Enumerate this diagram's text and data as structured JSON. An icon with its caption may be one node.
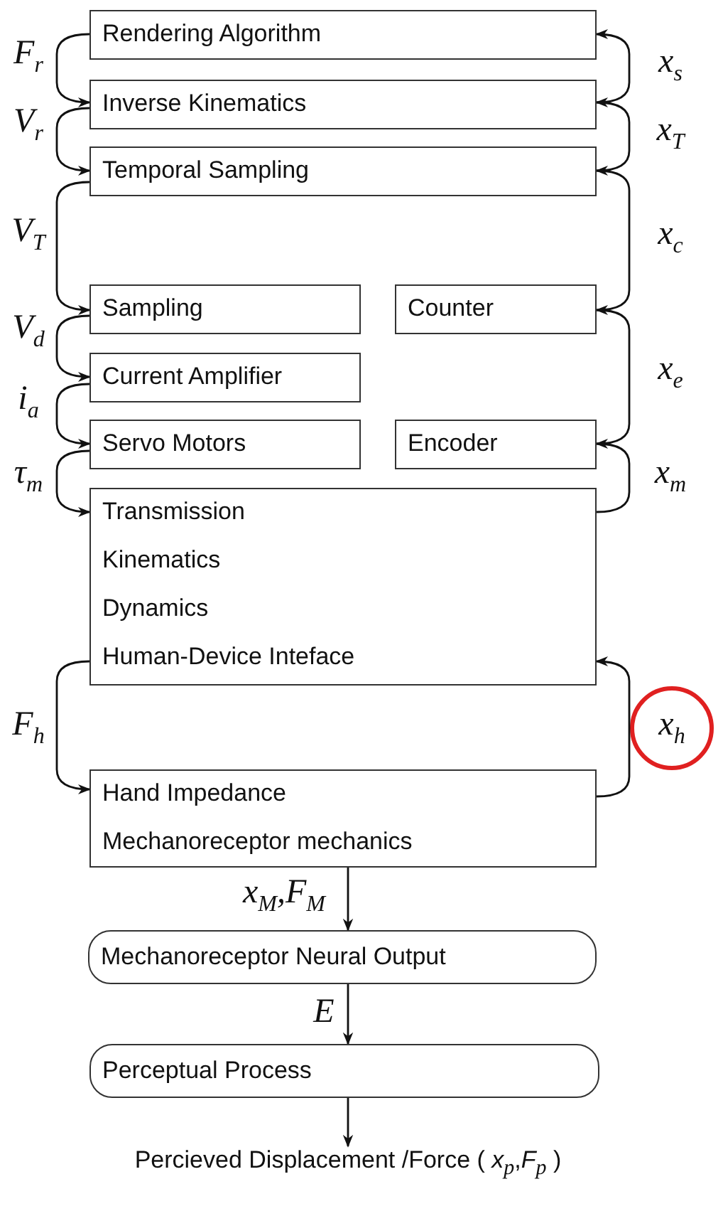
{
  "diagram": {
    "nodes": [
      {
        "text": [
          "Rendering Algorithm"
        ]
      },
      {
        "text": [
          "Inverse Kinematics"
        ]
      },
      {
        "text": [
          "Temporal Sampling"
        ]
      },
      {
        "text": [
          "Sampling"
        ]
      },
      {
        "text": [
          "Counter"
        ]
      },
      {
        "text": [
          "Current Amplifier"
        ]
      },
      {
        "text": [
          "Servo Motors"
        ]
      },
      {
        "text": [
          "Encoder"
        ]
      },
      {
        "text": [
          "Transmission",
          "Kinematics",
          "Dynamics",
          "Human-Device Inteface"
        ]
      },
      {
        "text": [
          "Hand Impedance",
          "Mechanoreceptor mechanics"
        ]
      },
      {
        "text": [
          "Mechanoreceptor Neural Output"
        ]
      },
      {
        "text": [
          "Perceptual Process"
        ]
      },
      {
        "text": [
          "Percieved Displacement /Force ( *x*$_{p}$,*F*$_{p}$ )"
        ]
      }
    ],
    "edges": [
      {
        "from": 0,
        "to": 1,
        "arrow": "to",
        "label": "F$_{r}$"
      },
      {
        "from": 1,
        "to": 2,
        "arrow": "to",
        "label": "V$_{r}$"
      },
      {
        "from": 2,
        "to": 3,
        "arrow": "to",
        "label": "V$_{T}$"
      },
      {
        "from": 3,
        "to": 5,
        "arrow": "to",
        "label": "V$_{d}$"
      },
      {
        "from": 5,
        "to": 6,
        "arrow": "to",
        "label": "i$_{a}$"
      },
      {
        "from": 6,
        "to": 8,
        "arrow": "to",
        "label": "τ$_{m}$"
      },
      {
        "from": 8,
        "to": 9,
        "arrow": "to",
        "label": "F$_{h}$"
      },
      {
        "from": 1,
        "to": 0,
        "arrow": "to",
        "label": "x$_{s}$"
      },
      {
        "from": 2,
        "to": 1,
        "arrow": "to",
        "label": "x$_{T}$"
      },
      {
        "from": 4,
        "to": 2,
        "arrow": "to",
        "label": "x$_{c}$"
      },
      {
        "from": 7,
        "to": 4,
        "arrow": "to",
        "label": "x$_{e}$"
      },
      {
        "from": 8,
        "to": 7,
        "arrow": "to",
        "label": "x$_{m}$"
      },
      {
        "from": 9,
        "to": 8,
        "arrow": "to",
        "label": "x$_{h}$"
      },
      {
        "from": 9,
        "to": 10,
        "arrow": "to",
        "label": "x$_{M}$,F$_{M}$"
      },
      {
        "from": 10,
        "to": 11,
        "arrow": "to",
        "label": "E"
      },
      {
        "from": 11,
        "to": 12,
        "arrow": "to"
      }
    ]
  }
}
